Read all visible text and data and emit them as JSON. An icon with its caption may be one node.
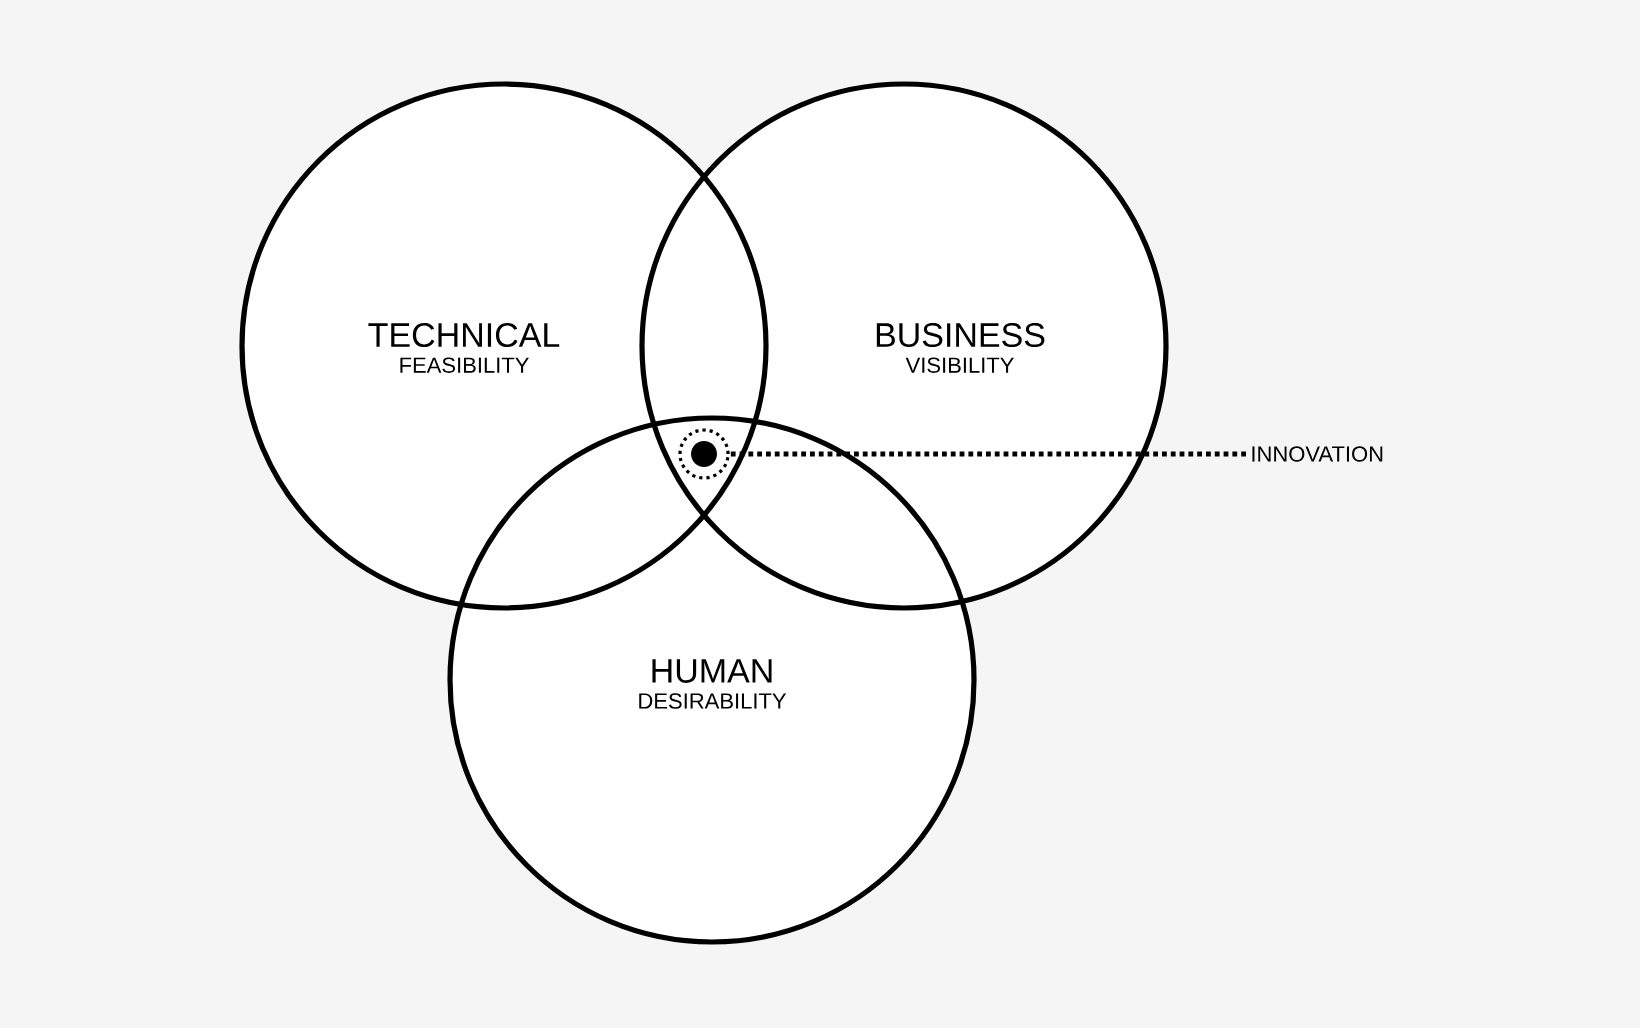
{
  "diagram": {
    "nodes": [
      {
        "text": [
          "TECHNICAL",
          "FEASIBILITY"
        ]
      },
      {
        "text": [
          "BUSINESS",
          "VISIBILITY"
        ]
      },
      {
        "text": [
          "HUMAN",
          "DESIRABILITY"
        ]
      },
      {
        "text": [],
        "shape": "circle"
      },
      {
        "text": [
          "INNOVATION"
        ]
      }
    ],
    "edges": [
      {
        "from": 4,
        "to": 3,
        "arrow": "none",
        "style": "dashed"
      }
    ]
  }
}
